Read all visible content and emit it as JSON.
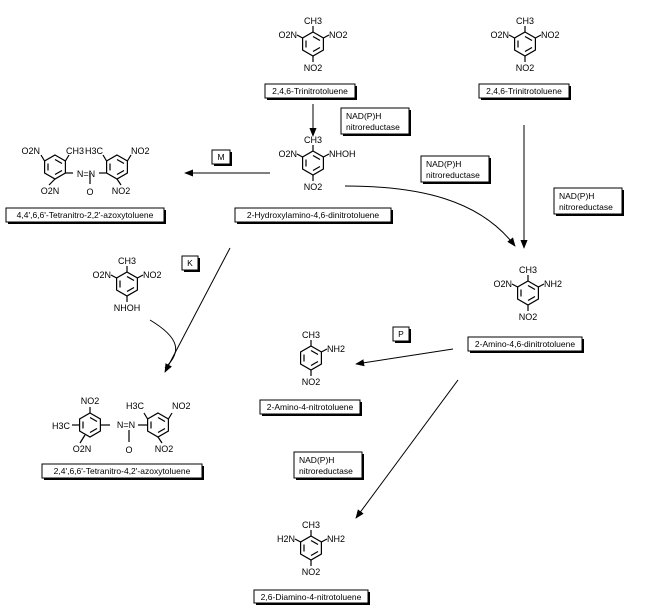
{
  "compounds": {
    "tnt1": {
      "name": "2,4,6-Trinitrotoluene",
      "top": "CH3",
      "left": "O2N",
      "right": "NO2",
      "bottom": "NO2"
    },
    "tnt2": {
      "name": "2,4,6-Trinitrotoluene",
      "top": "CH3",
      "left": "O2N",
      "right": "NO2",
      "bottom": "NO2"
    },
    "hadnt": {
      "name": "2-Hydroxylamino-4,6-dinitrotoluene",
      "top": "CH3",
      "left": "O2N",
      "right": "NHOH",
      "bottom": "NO2"
    },
    "azoxy22": {
      "name": "4,4',6,6'-Tetranitro-2,2'-azoxytoluene",
      "ring1_top_left": "O2N",
      "ring1_top_right": "CH3",
      "ring1_bottom": "O2N",
      "ring2_top_left": "H3C",
      "ring2_top_right": "NO2",
      "ring2_bottom": "NO2",
      "azoxy_link": "N=N",
      "azoxy_oxygen": "O"
    },
    "hadnt_free": {
      "top": "CH3",
      "left": "O2N",
      "right": "NO2",
      "bottom": "NHOH"
    },
    "azoxy42": {
      "name": "2,4',6,6'-Tetranitro-4,2'-azoxytoluene",
      "ring1_top": "NO2",
      "ring1_left": "H3C",
      "ring1_bottom": "O2N",
      "ring2_top_left": "H3C",
      "ring2_top_right": "NO2",
      "ring2_bottom": "NO2",
      "azoxy_link": "N=N",
      "azoxy_oxygen": "O"
    },
    "adnt": {
      "name": "2-Amino-4,6-dinitrotoluene",
      "top": "CH3",
      "left": "O2N",
      "right": "NH2",
      "bottom": "NO2"
    },
    "ant": {
      "name": "2-Amino-4-nitrotoluene",
      "top": "CH3",
      "right": "NH2",
      "bottom": "NO2"
    },
    "dant": {
      "name": "2,6-Diamino-4-nitrotoluene",
      "top": "CH3",
      "left": "H2N",
      "right": "NH2",
      "bottom": "NO2"
    }
  },
  "enzymes": {
    "e1": {
      "line1": "NAD(P)H",
      "line2": "nitroreductase"
    },
    "e2": {
      "line1": "NAD(P)H",
      "line2": "nitroreductase"
    },
    "e3": {
      "line1": "NAD(P)H",
      "line2": "nitroreductase"
    },
    "e4": {
      "line1": "NAD(P)H",
      "line2": "nitroreductase"
    }
  },
  "steps": {
    "m": "M",
    "k": "K",
    "p": "P"
  }
}
